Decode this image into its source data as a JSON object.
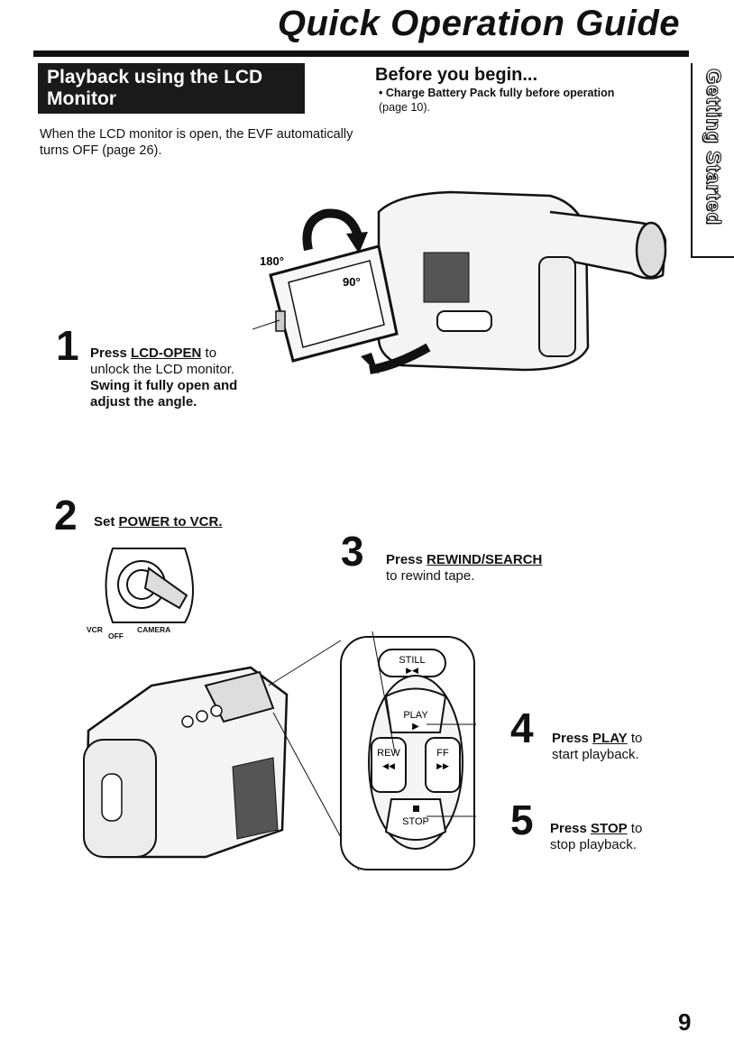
{
  "header": {
    "title": "Quick Operation Guide"
  },
  "section": {
    "heading": "Playback using the LCD Monitor",
    "intro": "When the LCD monitor is open, the EVF automatically turns OFF (page 26)."
  },
  "before": {
    "heading": "Before you begin...",
    "bullet_bold": "• Charge Battery Pack fully before operation",
    "bullet_rest": "(page 10)."
  },
  "side_tab": {
    "label": "Getting Started"
  },
  "figure1": {
    "angle_180": "180°",
    "angle_90": "90°"
  },
  "steps": [
    {
      "number": "1",
      "line1_prefix": "Press ",
      "line1_key": "LCD-OPEN",
      "line1_suffix": " to",
      "line2": "unlock the LCD monitor.",
      "line3": "Swing it fully open and",
      "line4": "adjust the angle."
    },
    {
      "number": "2",
      "prefix": "Set ",
      "key": "POWER to VCR."
    },
    {
      "number": "3",
      "prefix": "Press ",
      "key": "REWIND/SEARCH",
      "line2": "to rewind tape."
    },
    {
      "number": "4",
      "prefix": "Press ",
      "key": "PLAY",
      "suffix": " to",
      "line2": "start playback."
    },
    {
      "number": "5",
      "prefix": "Press ",
      "key": "STOP",
      "suffix": " to",
      "line2": "stop playback."
    }
  ],
  "dial": {
    "vcr": "VCR",
    "off": "OFF",
    "camera": "CAMERA"
  },
  "buttons": {
    "still": "STILL",
    "play": "PLAY",
    "rew": "REW",
    "ff": "FF",
    "stop": "STOP"
  },
  "footer": {
    "page_number": "9"
  }
}
